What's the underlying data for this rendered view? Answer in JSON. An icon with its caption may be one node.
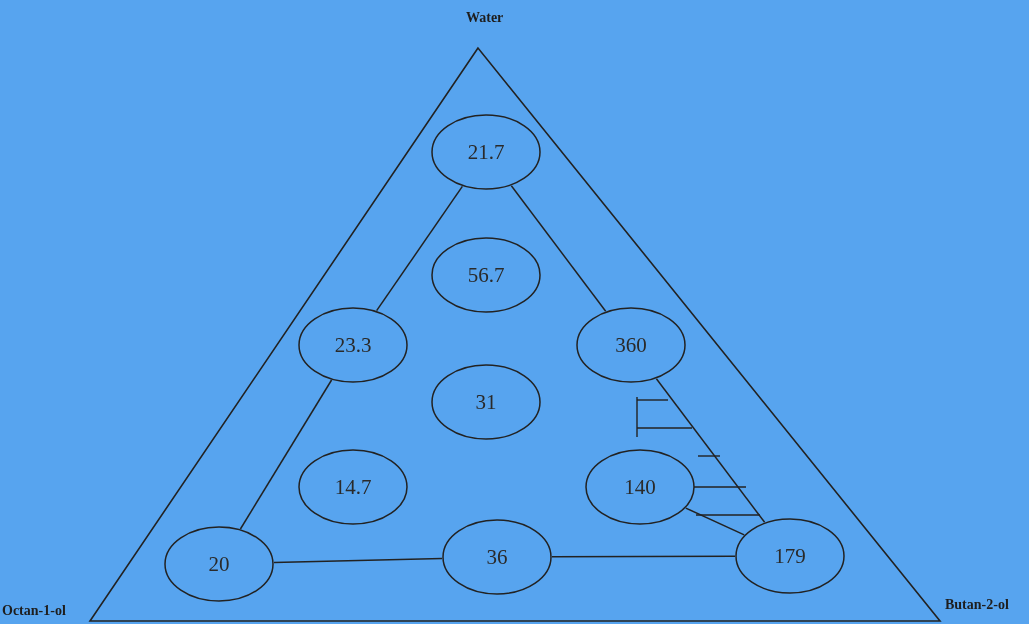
{
  "diagram": {
    "nodes": [
      {
        "text": [
          "21.7"
        ]
      },
      {
        "text": [
          "56.7"
        ]
      },
      {
        "text": [
          "23.3"
        ]
      },
      {
        "text": [
          "360"
        ]
      },
      {
        "text": [
          "31"
        ]
      },
      {
        "text": [
          "14.7"
        ]
      },
      {
        "text": [
          "140"
        ]
      },
      {
        "text": [
          "20"
        ]
      },
      {
        "text": [
          "36"
        ]
      },
      {
        "text": [
          "179"
        ]
      }
    ],
    "edges": [
      {
        "from": 0,
        "to": 2,
        "arrow": "none"
      },
      {
        "from": 0,
        "to": 3,
        "arrow": "none"
      },
      {
        "from": 2,
        "to": 7,
        "arrow": "none"
      },
      {
        "from": 7,
        "to": 8,
        "arrow": "none"
      },
      {
        "from": 8,
        "to": 9,
        "arrow": "none"
      },
      {
        "from": 3,
        "to": 9,
        "arrow": "none"
      },
      {
        "from": 6,
        "to": 9,
        "arrow": "none"
      }
    ],
    "labels": [
      "Water",
      "Octan-1-ol",
      "Butan-2-ol"
    ]
  }
}
